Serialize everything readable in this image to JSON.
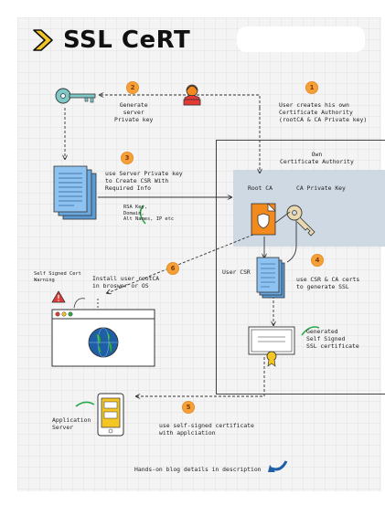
{
  "title": "SSL CeRT",
  "steps": {
    "s1": {
      "num": "1",
      "text": "User creates his own\nCertificate Authority\n(rootCA & CA Private key)"
    },
    "s2": {
      "num": "2",
      "text": "Generate\nserver\nPrivate key"
    },
    "s3": {
      "num": "3",
      "text": "use Server Private key\nto Create CSR With\nRequired Info"
    },
    "s4": {
      "num": "4",
      "text": "use CSR & CA certs\nto generate SSL"
    },
    "s5": {
      "num": "5",
      "text": "use self-signed certificate\nwith applciation"
    },
    "s6": {
      "num": "6",
      "text": "Install user rootCA\nin broswer or OS"
    }
  },
  "csr_info": "RSA Key,\nDomain,\nAlt Names, IP etc",
  "own_ca_label": "Own\nCertificate Authority",
  "root_ca_label": "Root CA",
  "ca_private_key_label": "CA Private Key",
  "user_csr_label": "User CSR",
  "generated_cert_label": "Generated\nSelf Signed\nSSL certificate",
  "warning_label": "Self Signed Cert\nWarning",
  "app_server_label": "Application\nServer",
  "footer": "Hands-on blog details in description",
  "colors": {
    "accent_yellow": "#f3c623",
    "badge_orange": "#f6a03a",
    "doc_blue": "#5b9bd5",
    "rootca_orange": "#f28a1e",
    "key_teal": "#7fc8c8",
    "ca_box_gray": "#cfd9e4",
    "globe_blue": "#1f5fa8",
    "globe_green": "#2ca84a",
    "warning_red": "#e53935"
  }
}
